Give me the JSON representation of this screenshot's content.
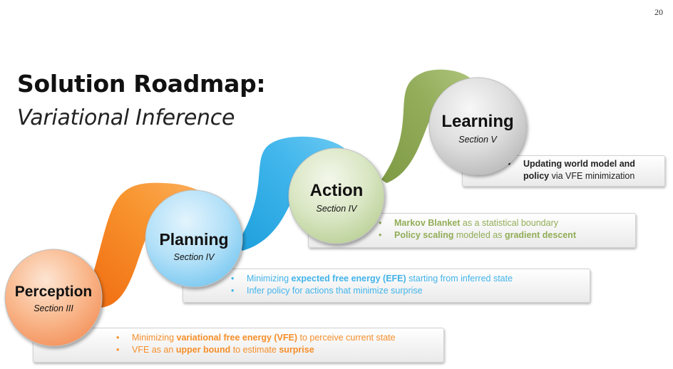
{
  "page_number": "20",
  "title": "Solution Roadmap:",
  "subtitle": "Variational Inference",
  "colors": {
    "perception": "#f68f2a",
    "planning": "#43b4ea",
    "action": "#92ad57",
    "learning": "#222222"
  },
  "stages": [
    {
      "name": "Perception",
      "section": "Section III",
      "bullets": [
        [
          {
            "t": "Minimizing "
          },
          {
            "t": "variational free energy (VFE)",
            "b": true
          },
          {
            "t": " to perceive current state"
          }
        ],
        [
          {
            "t": "VFE as an "
          },
          {
            "t": "upper bound",
            "b": true
          },
          {
            "t": " to estimate "
          },
          {
            "t": "surprise",
            "b": true
          }
        ]
      ]
    },
    {
      "name": "Planning",
      "section": "Section IV",
      "bullets": [
        [
          {
            "t": "Minimizing "
          },
          {
            "t": "expected free energy (EFE)",
            "b": true
          },
          {
            "t": " starting from inferred state"
          }
        ],
        [
          {
            "t": "Infer policy for actions that minimize surprise"
          }
        ]
      ]
    },
    {
      "name": "Action",
      "section": "Section IV",
      "bullets": [
        [
          {
            "t": "Markov Blanket",
            "b": true
          },
          {
            "t": " as a statistical boundary"
          }
        ],
        [
          {
            "t": "Policy scaling",
            "b": true
          },
          {
            "t": " modeled as "
          },
          {
            "t": "gradient descent",
            "b": true
          }
        ]
      ]
    },
    {
      "name": "Learning",
      "section": "Section V",
      "bullets": [
        [
          {
            "t": "Updating world model and",
            "b": true
          }
        ],
        [
          {
            "t": "policy",
            "b": true
          },
          {
            "t": " via VFE minimization"
          }
        ]
      ]
    }
  ]
}
